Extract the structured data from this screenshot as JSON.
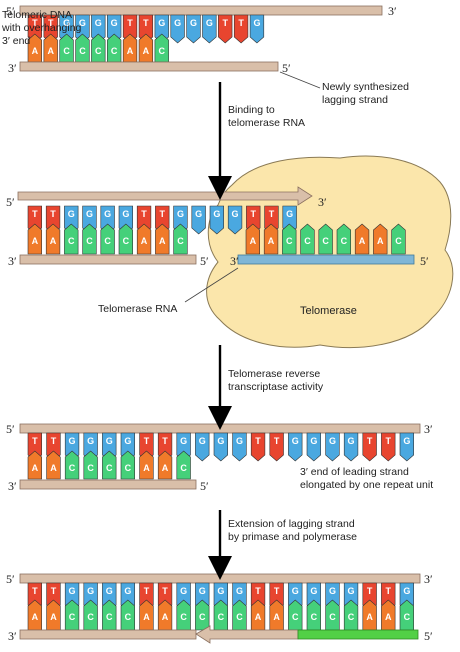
{
  "colors": {
    "T": "#e8452f",
    "A": "#f07a2a",
    "G": "#4aa8e0",
    "C": "#45d07a",
    "backbone": "#d9bfa9",
    "backbone_stroke": "#8a7060",
    "enzyme": "#fbe6ab",
    "enzyme_stroke": "#8a7a55",
    "rna": "#7fb6d6",
    "new_strand": "#52d046",
    "primer_arrow": "#d9bfa9"
  },
  "labels": {
    "telomeric_dna": [
      "Telomeric DNA",
      "with overhanging",
      "3′ end"
    ],
    "lagging": [
      "Newly synthesized",
      "lagging strand"
    ],
    "step1": [
      "Binding to",
      "telomerase RNA"
    ],
    "telomerase_rna": "Telomerase RNA",
    "telomerase": "Telomerase",
    "step2": [
      "Telomerase reverse",
      "transcriptase activity"
    ],
    "leading": [
      "3′ end of leading strand",
      "elongated by one repeat unit"
    ],
    "step3": [
      "Extension of lagging strand",
      "by primase and polymerase"
    ]
  },
  "ends": {
    "five": "5′",
    "three": "3′"
  },
  "panels": [
    {
      "top_seq": [
        "T",
        "T",
        "G",
        "G",
        "G",
        "G",
        "T",
        "T",
        "G",
        "G",
        "G",
        "G",
        "T",
        "T",
        "G"
      ],
      "bottom_seq": [
        "A",
        "A",
        "C",
        "C",
        "C",
        "C",
        "A",
        "A",
        "C"
      ]
    },
    {
      "top_seq": [
        "T",
        "T",
        "G",
        "G",
        "G",
        "G",
        "T",
        "T",
        "G",
        "G",
        "G",
        "G",
        "T",
        "T",
        "G"
      ],
      "bottom_seq": [
        "A",
        "A",
        "C",
        "C",
        "C",
        "C",
        "A",
        "A",
        "C"
      ],
      "rna_seq": [
        "A",
        "A",
        "C",
        "C",
        "C",
        "C",
        "A",
        "A",
        "C"
      ]
    },
    {
      "top_seq": [
        "T",
        "T",
        "G",
        "G",
        "G",
        "G",
        "T",
        "T",
        "G",
        "G",
        "G",
        "G",
        "T",
        "T",
        "G",
        "G",
        "G",
        "G",
        "T",
        "T",
        "G"
      ],
      "bottom_seq": [
        "A",
        "A",
        "C",
        "C",
        "C",
        "C",
        "A",
        "A",
        "C"
      ]
    },
    {
      "top_seq": [
        "T",
        "T",
        "G",
        "G",
        "G",
        "G",
        "T",
        "T",
        "G",
        "G",
        "G",
        "G",
        "T",
        "T",
        "G",
        "G",
        "G",
        "G",
        "T",
        "T",
        "G"
      ],
      "bottom_seq": [
        "A",
        "A",
        "C",
        "C",
        "C",
        "C",
        "A",
        "A",
        "C",
        "C",
        "C",
        "C",
        "A",
        "A",
        "C",
        "C",
        "C",
        "C",
        "A",
        "A",
        "C"
      ]
    }
  ]
}
